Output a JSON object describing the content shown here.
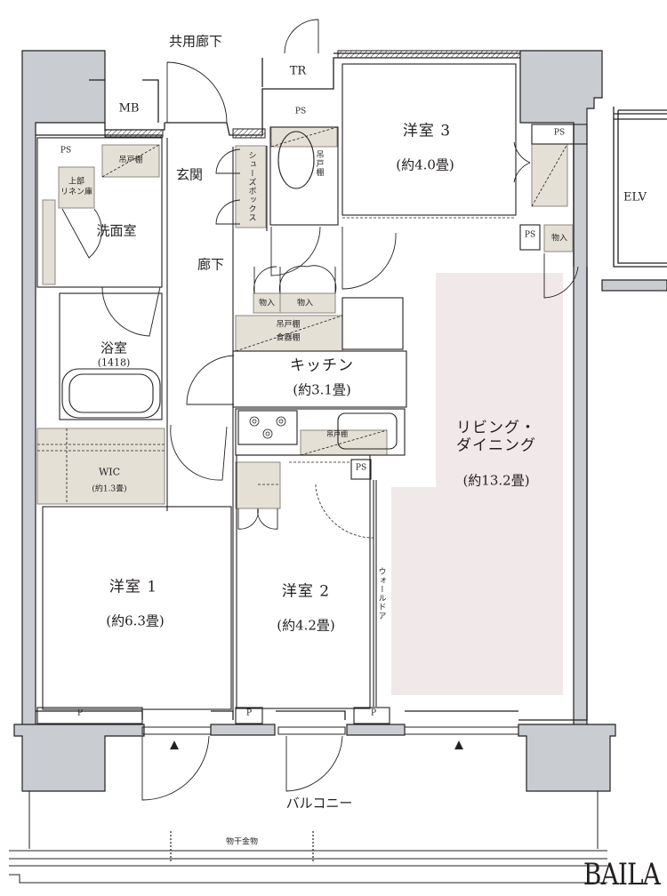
{
  "title": "Apartment floor plan",
  "colors": {
    "structure": "#c9ccd1",
    "storage": "#e4e0d6",
    "living": "#f0e8e9",
    "line": "#231f20"
  },
  "rooms": {
    "common_corridor": "共用廊下",
    "mb": "MB",
    "tr": "TR",
    "ps_top": "PS",
    "ps_left": "PS",
    "ps_right_top": "PS",
    "ps_right_small": "PS",
    "ps_kitchen": "PS",
    "entrance": "玄関",
    "shoe_box": "シューズボックス",
    "toilet_shelf": "吊戸棚",
    "linen": "上部リネン庫",
    "linen_line1": "上部",
    "linen_line2": "リネン庫",
    "washroom_shelf": "吊戸棚",
    "washroom": "洗面室",
    "hallway": "廊下",
    "storage1": "物入",
    "storage2": "物入",
    "storage3": "物入",
    "bathroom": "浴室",
    "bathroom_size": "(1418)",
    "kitchen_shelf1": "吊戸棚",
    "kitchen_shelf2": "食器棚",
    "kitchen": "キッチン",
    "kitchen_size": "(約3.1畳)",
    "kitchen_upper_shelf": "吊戸棚",
    "wic": "WIC",
    "wic_size": "(約1.3畳)",
    "bedroom1": "洋室 1",
    "bedroom1_size": "(約6.3畳)",
    "bedroom2": "洋室 2",
    "bedroom2_size": "(約4.2畳)",
    "bedroom3": "洋室 3",
    "bedroom3_size": "(約4.0畳)",
    "living_line1": "リビング・",
    "living_line2": "ダイニング",
    "living_size": "(約13.2畳)",
    "wall_door": "ウォールドア",
    "elv": "ELV",
    "p1": "P",
    "p2": "P",
    "p3": "P",
    "balcony": "バルコニー",
    "drying_rack": "物干金物"
  },
  "markers": {
    "exit_arrow_1": "▲",
    "exit_arrow_2": "▲"
  },
  "brand": "BAILA"
}
